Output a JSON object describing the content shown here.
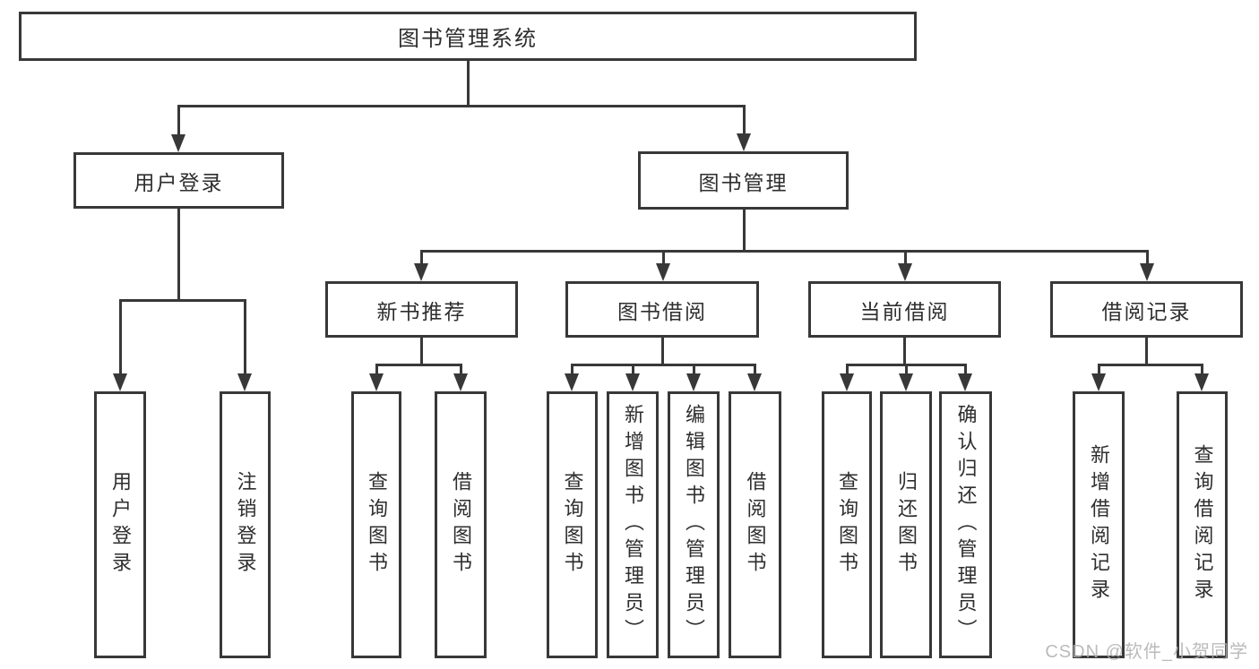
{
  "tree": {
    "label": "图书管理系统",
    "children": [
      {
        "label": "用户登录",
        "children": [
          {
            "label": "用户登录"
          },
          {
            "label": "注销登录"
          }
        ]
      },
      {
        "label": "图书管理",
        "children": [
          {
            "label": "新书推荐",
            "children": [
              {
                "label": "查询图书"
              },
              {
                "label": "借阅图书"
              }
            ]
          },
          {
            "label": "图书借阅",
            "children": [
              {
                "label": "查询图书"
              },
              {
                "label": "新增图书（管理员）"
              },
              {
                "label": "编辑图书（管理员）"
              },
              {
                "label": "借阅图书"
              }
            ]
          },
          {
            "label": "当前借阅",
            "children": [
              {
                "label": "查询图书"
              },
              {
                "label": "归还图书"
              },
              {
                "label": "确认归还（管理员）"
              }
            ]
          },
          {
            "label": "借阅记录",
            "children": [
              {
                "label": "新增借阅记录"
              },
              {
                "label": "查询借阅记录"
              }
            ]
          }
        ]
      }
    ]
  },
  "watermark": {
    "text": "CSDN @软件_小贺同学"
  },
  "colors": {
    "line": "#383838",
    "text": "#2e2e2e",
    "background": "#ffffff",
    "watermark": "#b0b0b0"
  }
}
